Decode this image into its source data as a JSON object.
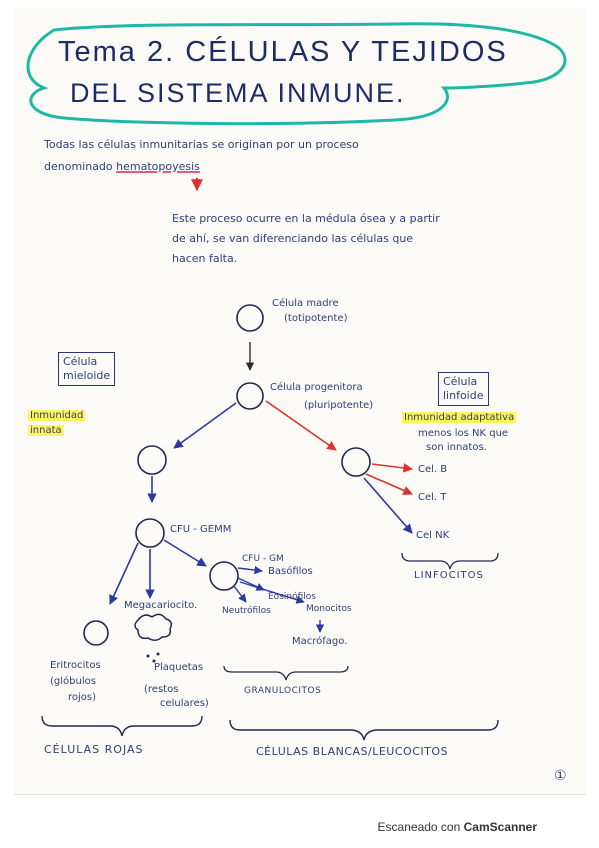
{
  "title": {
    "line1": "Tema 2. CÉLULAS Y TEJIDOS",
    "line2": "DEL SISTEMA INMUNE."
  },
  "intro": {
    "line1": "Todas las células inmunitarias se originan por un proceso",
    "line2_prefix": "denominado",
    "line2_term": "hematopoyesis",
    "para_line1": "Este proceso ocurre en la médula ósea y a partir",
    "para_line2": "de ahí, se van diferenciando las células que",
    "para_line3": "hacen falta."
  },
  "boxes": {
    "mieloide": [
      "Célula",
      "mieloide"
    ],
    "linfoide": [
      "Célula",
      "linfoide"
    ]
  },
  "labels": {
    "madre_1": "Célula madre",
    "madre_2": "(totipotente)",
    "progenitora_1": "Célula progenitora",
    "progenitora_2": "(pluripotente)",
    "inmunidad_innata_1": "Inmunidad",
    "inmunidad_innata_2": "innata",
    "inmunidad_adaptativa": "Inmunidad adaptativa",
    "menos_nk_1": "menos los NK que",
    "menos_nk_2": "son innatos.",
    "cel_b": "Cel. B",
    "cel_t": "Cel. T",
    "cel_nk": "Cel NK",
    "linfocitos": "LINFOCITOS",
    "cfu_gemm": "CFU - GEMM",
    "cfu_gm": "CFU - GM",
    "basofilos": "Basófilos",
    "eosinofilos": "Eosinófilos",
    "monocitos": "Monocitos",
    "neutrofilos": "Neutrófilos",
    "macrofago": "Macrófago.",
    "megacariocito": "Megacariocito.",
    "plaquetas": "Plaquetas",
    "restos_1": "(restos",
    "restos_2": "celulares)",
    "eritrocitos_1": "Eritrocitos",
    "eritrocitos_2": "(glóbulos",
    "eritrocitos_3": "rojos)",
    "granulocitos": "GRANULOCITOS",
    "celulas_rojas": "CÉLULAS ROJAS",
    "celulas_blancas": "CÉLULAS BLANCAS/LEUCOCITOS",
    "page_number": "①"
  },
  "footer": {
    "prefix": "Escaneado con",
    "brand": "CamScanner"
  },
  "colors": {
    "ink": "#2f3f78",
    "title_border": "#1fb7a6",
    "arrow_blue": "#2a3aa0",
    "arrow_red": "#d8332d",
    "highlight": "#fff45a",
    "underline_pink": "#e55b7a"
  }
}
